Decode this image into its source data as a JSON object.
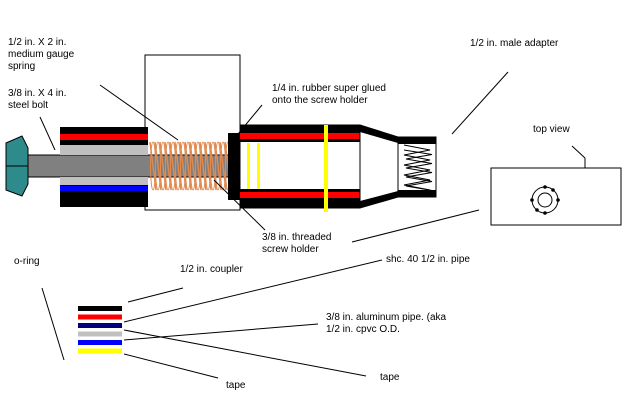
{
  "labels": {
    "spring": [
      "1/2 in. X 2 in.",
      "medium gauge",
      "spring"
    ],
    "bolt": [
      "3/8 in. X 4 in.",
      "steel bolt"
    ],
    "rubber": [
      "1/4 in. rubber super glued",
      "onto the screw holder"
    ],
    "adapter": "1/2 in. male adapter",
    "top_view": "top view",
    "screw_holder": [
      "3/8 in. threaded",
      "screw holder"
    ],
    "oring": "o-ring",
    "coupler": "1/2 in. coupler",
    "pipe40": "shc. 40 1/2 in. pipe",
    "aluminum": [
      "3/8 in. aluminum pipe. (aka",
      "1/2 in. cpvc O.D."
    ],
    "tape_left": "tape",
    "tape_right": "tape"
  },
  "legend_colors": [
    "#000000",
    "#ff0000",
    "#000080",
    "#c0c0c0",
    "#0000ff",
    "#ffff00"
  ],
  "colors": {
    "bolt_head": "#2e8b8b",
    "bolt_shaft": "#808080",
    "spring": "#e08a50",
    "pipe_black": "#000000",
    "red": "#ff0000",
    "blue": "#0000ff",
    "silver": "#c0c0c0",
    "yellow": "#ffff00"
  }
}
